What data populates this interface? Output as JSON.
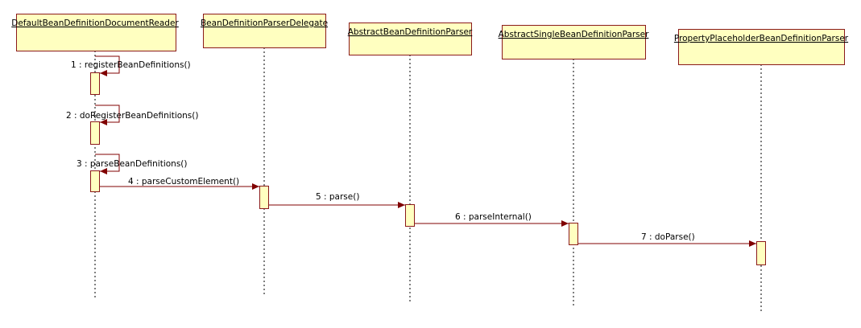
{
  "colors": {
    "box_fill": "#ffffc0",
    "box_border": "#8b1a1a",
    "message": "#800000"
  },
  "lifelines": [
    {
      "id": "reader",
      "name": "DefaultBeanDefinitionDocumentReader"
    },
    {
      "id": "delegate",
      "name": "BeanDefinitionParserDelegate"
    },
    {
      "id": "abstract",
      "name": "AbstractBeanDefinitionParser"
    },
    {
      "id": "single",
      "name": "AbstractSingleBeanDefinitionParser"
    },
    {
      "id": "property",
      "name": "PropertyPlaceholderBeanDefinitionParser"
    }
  ],
  "messages": [
    {
      "label": "1 : registerBeanDefinitions()",
      "from": "reader",
      "to": "reader",
      "kind": "self"
    },
    {
      "label": "2 : doRegisterBeanDefinitions()",
      "from": "reader",
      "to": "reader",
      "kind": "self"
    },
    {
      "label": "3 : parseBeanDefinitions()",
      "from": "reader",
      "to": "reader",
      "kind": "self"
    },
    {
      "label": "4 : parseCustomElement()",
      "from": "reader",
      "to": "delegate",
      "kind": "call"
    },
    {
      "label": "5 : parse()",
      "from": "delegate",
      "to": "abstract",
      "kind": "call"
    },
    {
      "label": "6 : parseInternal()",
      "from": "abstract",
      "to": "single",
      "kind": "call"
    },
    {
      "label": "7 : doParse()",
      "from": "single",
      "to": "property",
      "kind": "call"
    }
  ]
}
